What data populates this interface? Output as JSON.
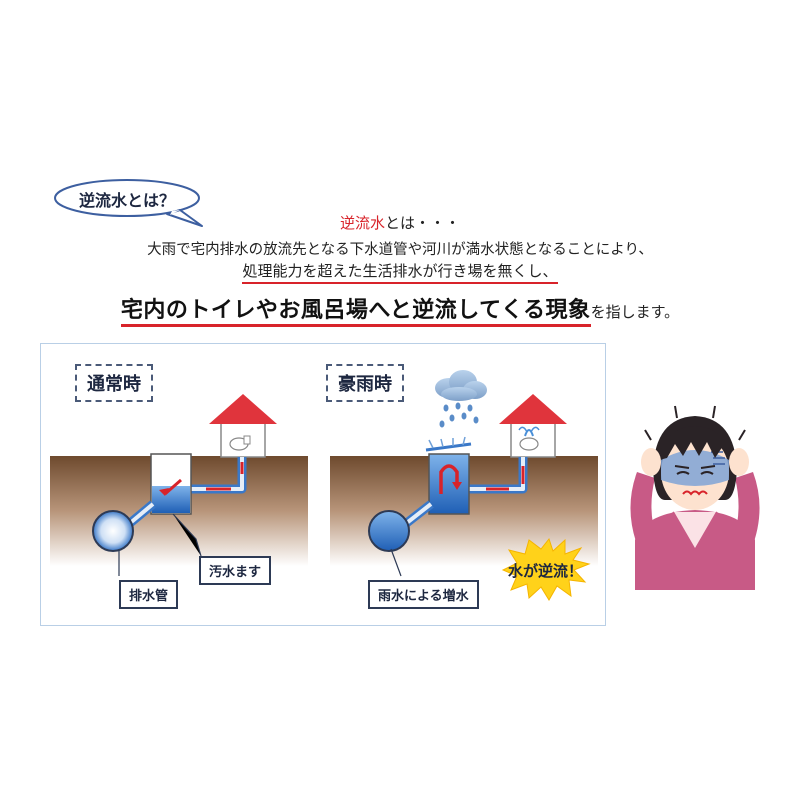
{
  "bubble": {
    "text": "逆流水とは？"
  },
  "intro": {
    "term": "逆流水",
    "term_suffix": "とは・・・",
    "line2": "大雨で宅内排水の放流先となる下水道管や河川が満水状態となることにより、",
    "line3": "処理能力を超えた生活排水が行き場を無くし、",
    "line4_big": "宅内のトイレやお風呂場へと逆流してくる現象",
    "line4_small": "を指します。"
  },
  "scenes": [
    {
      "title": "通常時",
      "labels": [
        "汚水ます",
        "排水管"
      ]
    },
    {
      "title": "豪雨時",
      "labels": [
        "雨水による増水"
      ],
      "alert": "水が逆流！"
    }
  ],
  "colors": {
    "accent_red": "#d8232a",
    "roof_red": "#e0343c",
    "pipe_blue": "#3a78c8",
    "ground_brown": "#6e4a2e",
    "panel_border": "#b9cfe6",
    "burst_yellow": "#ffd21a"
  }
}
